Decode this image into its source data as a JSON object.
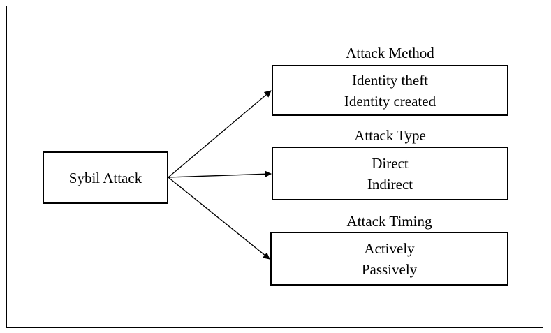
{
  "diagram": {
    "source": "Sybil Attack",
    "categories": [
      {
        "heading": "Attack Method",
        "items": [
          "Identity theft",
          "Identity created"
        ]
      },
      {
        "heading": "Attack Type",
        "items": [
          "Direct",
          "Indirect"
        ]
      },
      {
        "heading": "Attack Timing",
        "items": [
          "Actively",
          "Passively"
        ]
      }
    ],
    "colors": {
      "line": "#000000",
      "background": "#ffffff"
    }
  }
}
